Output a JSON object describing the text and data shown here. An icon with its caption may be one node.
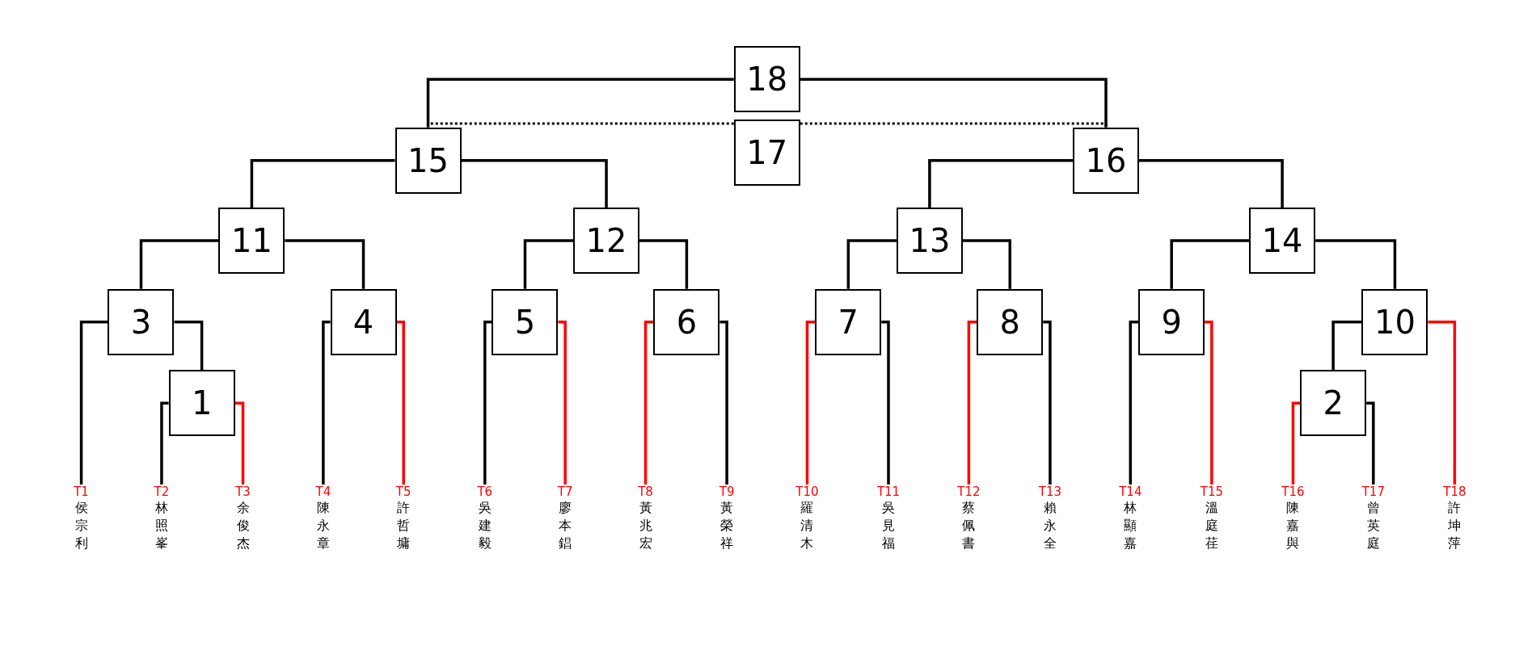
{
  "diagram": {
    "nodes": [
      {
        "text": [
          "18"
        ]
      },
      {
        "text": [
          "17"
        ]
      },
      {
        "text": [
          "15"
        ]
      },
      {
        "text": [
          "16"
        ]
      },
      {
        "text": [
          "11"
        ]
      },
      {
        "text": [
          "12"
        ]
      },
      {
        "text": [
          "13"
        ]
      },
      {
        "text": [
          "14"
        ]
      },
      {
        "text": [
          "3"
        ]
      },
      {
        "text": [
          "4"
        ]
      },
      {
        "text": [
          "5"
        ]
      },
      {
        "text": [
          "6"
        ]
      },
      {
        "text": [
          "7"
        ]
      },
      {
        "text": [
          "8"
        ]
      },
      {
        "text": [
          "9"
        ]
      },
      {
        "text": [
          "10"
        ]
      },
      {
        "text": [
          "1"
        ]
      },
      {
        "text": [
          "2"
        ]
      },
      {
        "text": [
          "T1",
          "侯宗利"
        ]
      },
      {
        "text": [
          "T2",
          "林照峯"
        ]
      },
      {
        "text": [
          "T3",
          "余俊杰"
        ]
      },
      {
        "text": [
          "T4",
          "陳永章"
        ]
      },
      {
        "text": [
          "T5",
          "許哲墉"
        ]
      },
      {
        "text": [
          "T6",
          "吳建毅"
        ]
      },
      {
        "text": [
          "T7",
          "廖本錩"
        ]
      },
      {
        "text": [
          "T8",
          "黃兆宏"
        ]
      },
      {
        "text": [
          "T9",
          "黃榮祥"
        ]
      },
      {
        "text": [
          "T10",
          "羅清木"
        ]
      },
      {
        "text": [
          "T11",
          "吳見福"
        ]
      },
      {
        "text": [
          "T12",
          "蔡佩書"
        ]
      },
      {
        "text": [
          "T13",
          "賴永全"
        ]
      },
      {
        "text": [
          "T14",
          "林顯嘉"
        ]
      },
      {
        "text": [
          "T15",
          "溫庭荏"
        ]
      },
      {
        "text": [
          "T16",
          "陳嘉與"
        ]
      },
      {
        "text": [
          "T17",
          "曾英庭"
        ]
      },
      {
        "text": [
          "T18",
          "許坤萍"
        ]
      }
    ],
    "edges": [
      {
        "from": 0,
        "to": 2,
        "arrow": "none"
      },
      {
        "from": 0,
        "to": 3,
        "arrow": "none"
      },
      {
        "from": 1,
        "to": 2,
        "arrow": "none",
        "style": "dashed"
      },
      {
        "from": 1,
        "to": 3,
        "arrow": "none",
        "style": "dashed"
      },
      {
        "from": 2,
        "to": 4,
        "arrow": "none"
      },
      {
        "from": 2,
        "to": 5,
        "arrow": "none"
      },
      {
        "from": 3,
        "to": 6,
        "arrow": "none"
      },
      {
        "from": 3,
        "to": 7,
        "arrow": "none"
      },
      {
        "from": 4,
        "to": 8,
        "arrow": "none"
      },
      {
        "from": 4,
        "to": 9,
        "arrow": "none"
      },
      {
        "from": 5,
        "to": 10,
        "arrow": "none"
      },
      {
        "from": 5,
        "to": 11,
        "arrow": "none"
      },
      {
        "from": 6,
        "to": 12,
        "arrow": "none"
      },
      {
        "from": 6,
        "to": 13,
        "arrow": "none"
      },
      {
        "from": 7,
        "to": 14,
        "arrow": "none"
      },
      {
        "from": 7,
        "to": 15,
        "arrow": "none"
      },
      {
        "from": 8,
        "to": 18,
        "arrow": "none"
      },
      {
        "from": 8,
        "to": 16,
        "arrow": "none"
      },
      {
        "from": 16,
        "to": 19,
        "arrow": "none"
      },
      {
        "from": 16,
        "to": 20,
        "arrow": "none",
        "color": "#ff0000"
      },
      {
        "from": 9,
        "to": 21,
        "arrow": "none"
      },
      {
        "from": 9,
        "to": 22,
        "arrow": "none",
        "color": "#ff0000"
      },
      {
        "from": 10,
        "to": 23,
        "arrow": "none"
      },
      {
        "from": 10,
        "to": 24,
        "arrow": "none",
        "color": "#ff0000"
      },
      {
        "from": 11,
        "to": 25,
        "arrow": "none",
        "color": "#ff0000"
      },
      {
        "from": 11,
        "to": 26,
        "arrow": "none"
      },
      {
        "from": 12,
        "to": 27,
        "arrow": "none",
        "color": "#ff0000"
      },
      {
        "from": 12,
        "to": 28,
        "arrow": "none"
      },
      {
        "from": 13,
        "to": 29,
        "arrow": "none",
        "color": "#ff0000"
      },
      {
        "from": 13,
        "to": 30,
        "arrow": "none"
      },
      {
        "from": 14,
        "to": 31,
        "arrow": "none"
      },
      {
        "from": 14,
        "to": 32,
        "arrow": "none",
        "color": "#ff0000"
      },
      {
        "from": 15,
        "to": 17,
        "arrow": "none"
      },
      {
        "from": 15,
        "to": 35,
        "arrow": "none",
        "color": "#ff0000"
      },
      {
        "from": 17,
        "to": 33,
        "arrow": "none",
        "color": "#ff0000"
      },
      {
        "from": 17,
        "to": 34,
        "arrow": "none"
      }
    ]
  }
}
